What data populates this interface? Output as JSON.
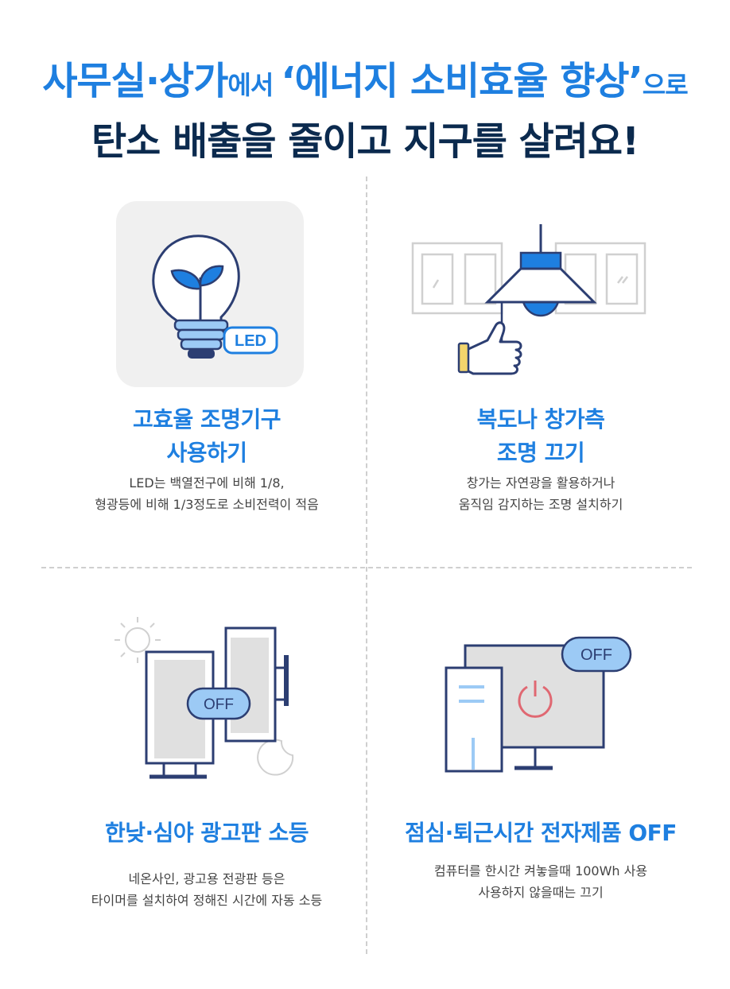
{
  "header": {
    "line1_part1": "사무실·상가",
    "line1_part2": "에서 ",
    "line1_part3": "‘에너지 소비효율 향상’",
    "line1_part4": "으로",
    "line2": "탄소 배출을 줄이고 지구를 살려요!"
  },
  "tips": [
    {
      "title_line1": "고효율 조명기구",
      "title_line2": "사용하기",
      "desc_line1": "LED는 백열전구에 비해 1/8,",
      "desc_line2": "형광등에 비해 1/3정도로 소비전력이 적음",
      "badge": "LED",
      "icon": "led-bulb-icon"
    },
    {
      "title_line1": "복도나 창가측",
      "title_line2": "조명 끄기",
      "desc_line1": "창가는 자연광을 활용하거나",
      "desc_line2": "움직임 감지하는 조명 설치하기",
      "icon": "pendant-lamp-icon"
    },
    {
      "title_line1": "한낮·심야 광고판 소등",
      "desc_line1": "네온사인, 광고용 전광판 등은",
      "desc_line2": "타이머를 설치하여 정해진 시간에 자동 소등",
      "badge": "OFF",
      "icon": "billboard-icon"
    },
    {
      "title_line1": "점심·퇴근시간 전자제품 OFF",
      "desc_line1": "컴퓨터를 한시간 켜놓을때 100Wh 사용",
      "desc_line2": "사용하지 않을때는 끄기",
      "badge": "OFF",
      "icon": "computer-icon"
    }
  ],
  "colors": {
    "accent": "#1e7fe0",
    "navy": "#0b2a4e",
    "light_blue": "#9ccaf5",
    "gray": "#e0e0e0"
  }
}
